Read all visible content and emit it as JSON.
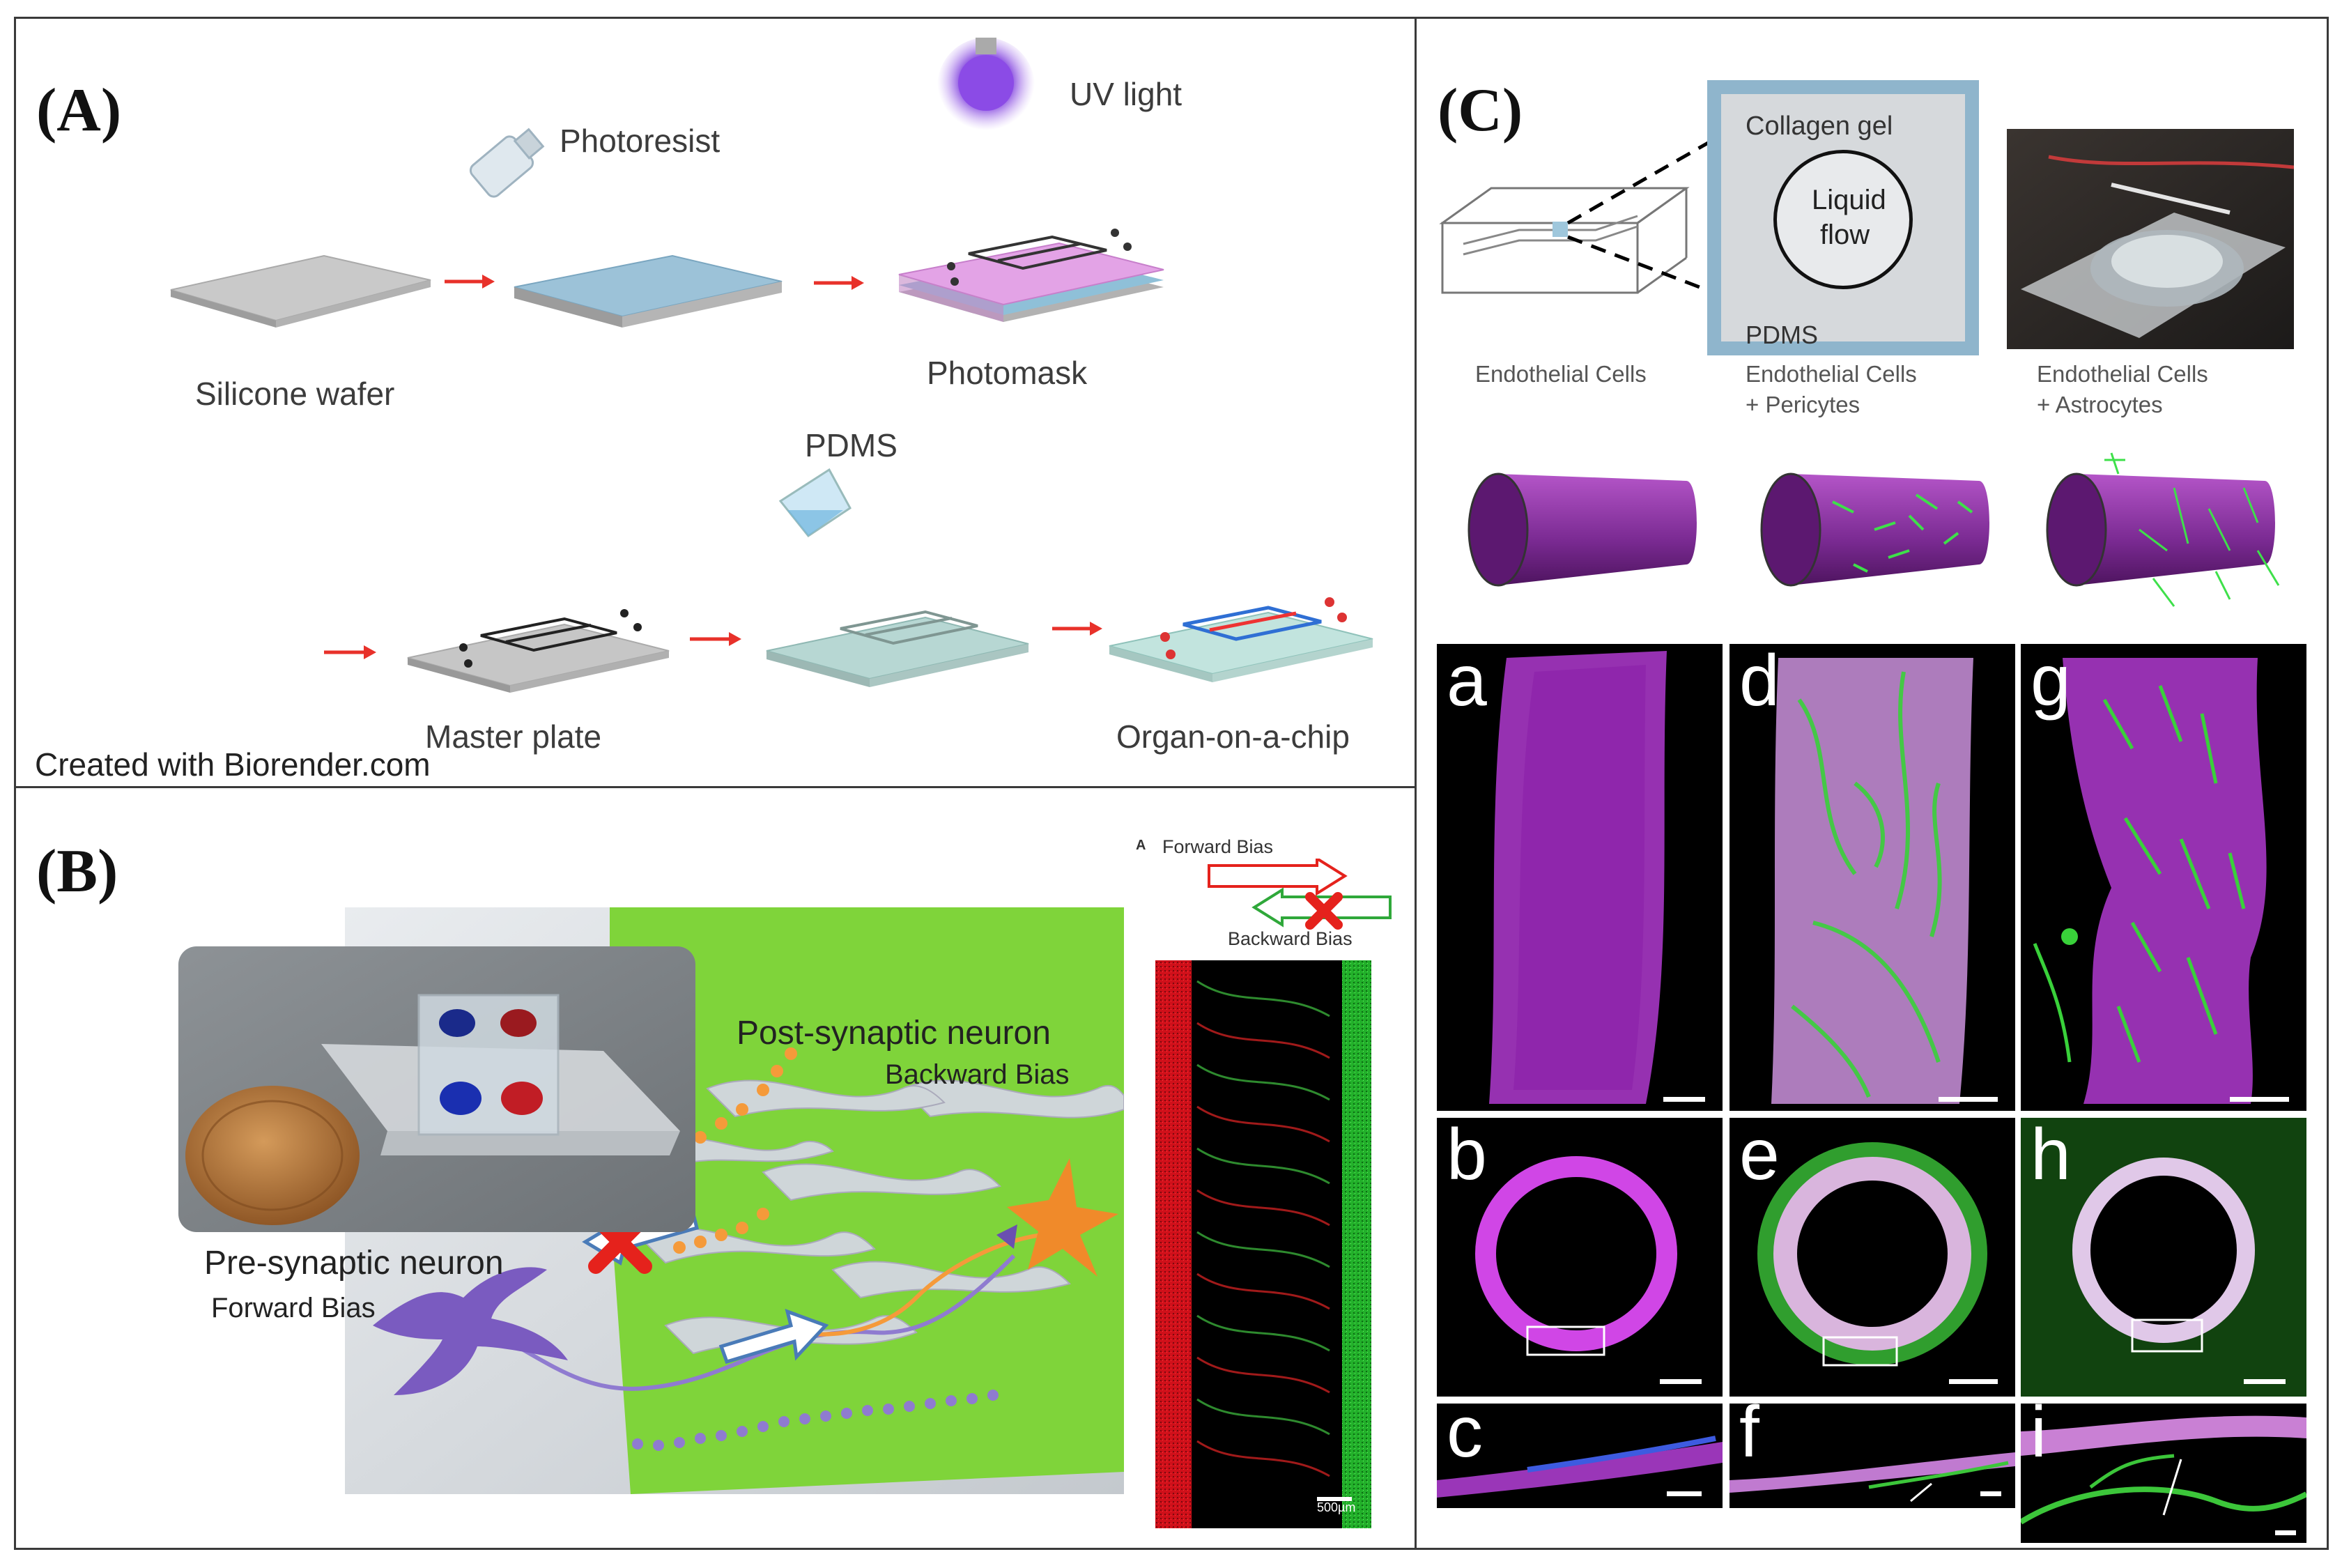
{
  "panel_a": {
    "letter": "(A)",
    "uv_label": "UV light",
    "photoresist_label": "Photoresist",
    "silicone_wafer_label": "Silicone wafer",
    "photomask_label": "Photomask",
    "pdms_label": "PDMS",
    "master_plate_label": "Master plate",
    "organ_label": "Organ-on-a-chip",
    "credit": "Created with Biorender.com"
  },
  "panel_b": {
    "letter": "(B)",
    "post_label": "Post-synaptic neuron",
    "backward_bias_label": "Backward Bias",
    "pre_label": "Pre-synaptic neuron",
    "forward_bias_label": "Forward Bias",
    "inset_letter": "A",
    "legend_forward": "Forward Bias",
    "legend_backward": "Backward Bias",
    "scale_label": "500µm"
  },
  "panel_c": {
    "letter": "(C)",
    "collagen_label": "Collagen gel",
    "liquid_label": "Liquid",
    "flow_label": "flow",
    "pdms_label": "PDMS",
    "col1_line1": "Endothelial Cells",
    "col2_line1": "Endothelial Cells",
    "col2_line2": "+ Pericytes",
    "col3_line1": "Endothelial Cells",
    "col3_line2": "+ Astrocytes",
    "micro_letters": [
      "a",
      "d",
      "g",
      "b",
      "e",
      "h",
      "c",
      "f",
      "i"
    ]
  },
  "colors": {
    "magenta": "#b03ad0",
    "green": "#39d13a",
    "pdms_blue": "#8fb5cc",
    "arrow_red": "#e8312a"
  }
}
